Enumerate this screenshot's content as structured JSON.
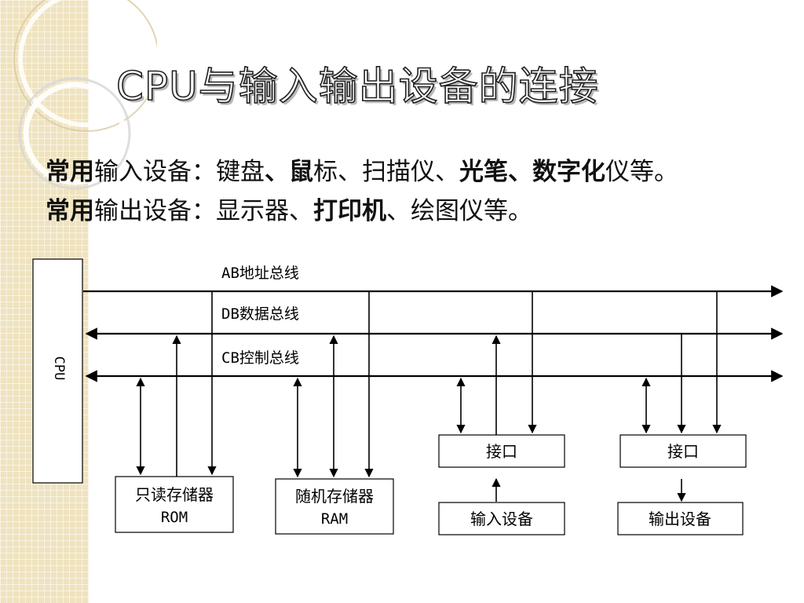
{
  "title": "CPU与输入输出设备的连接",
  "input_line": {
    "prefix": "常用",
    "label": "输入设备：键盘",
    "sep1": "、",
    "mouse_a": "鼠",
    "mouse_b": "标、扫描仪、",
    "pen": "光笔",
    "sep2": "、",
    "digitizer": "数字化",
    "suffix": "仪等。"
  },
  "output_line": {
    "prefix": "常用",
    "label": "输出设备：显示器、",
    "printer": "打印机",
    "suffix": "、绘图仪等。"
  },
  "diagram": {
    "cpu": "CPU",
    "buses": {
      "ab": "AB地址总线",
      "db": "DB数据总线",
      "cb": "CB控制总线"
    },
    "rom": {
      "line1": "只读存储器",
      "line2": "ROM"
    },
    "ram": {
      "line1": "随机存储器",
      "line2": "RAM"
    },
    "interface_in": "接口",
    "interface_out": "接口",
    "input_device": "输入设备",
    "output_device": "输出设备"
  }
}
